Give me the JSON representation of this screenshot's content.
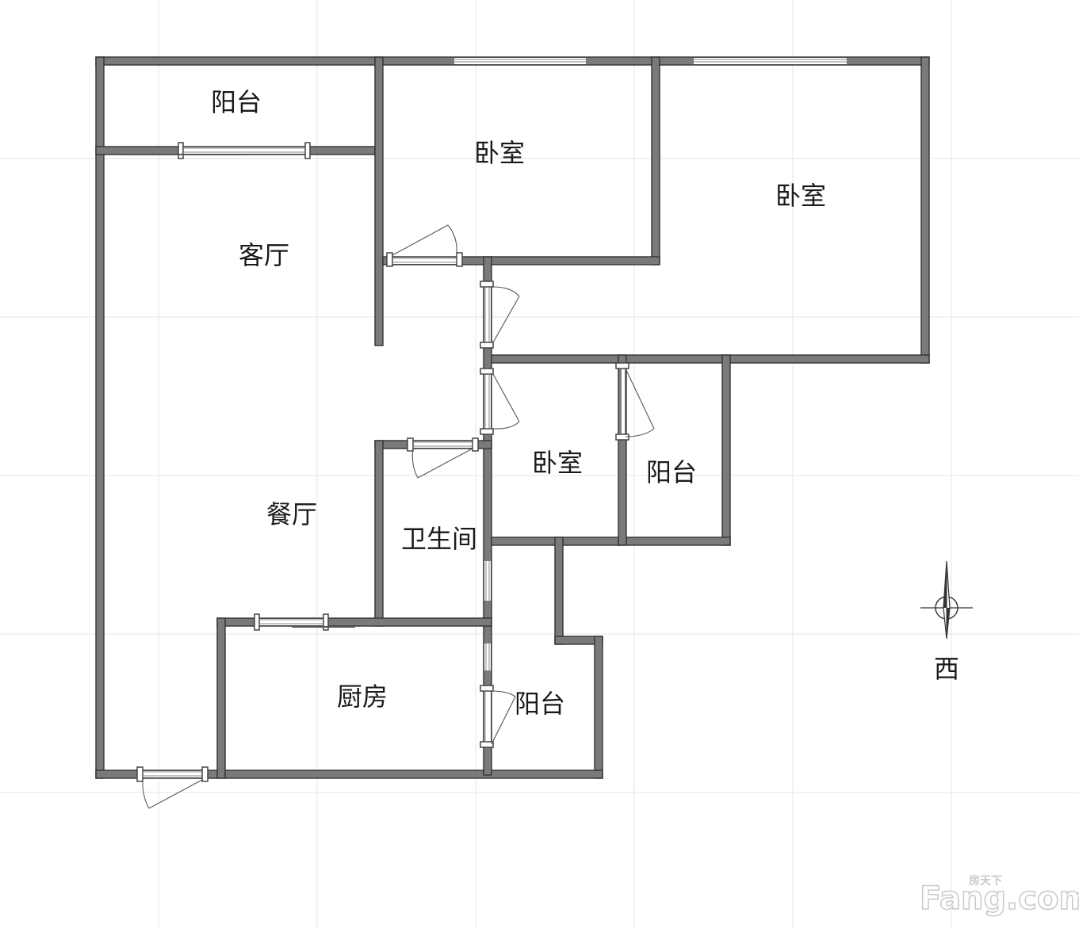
{
  "floor_plan": {
    "rooms": [
      {
        "id": "balcony-north",
        "label": "阳台"
      },
      {
        "id": "bedroom-middle",
        "label": "卧室"
      },
      {
        "id": "bedroom-large",
        "label": "卧室"
      },
      {
        "id": "living-room",
        "label": "客厅"
      },
      {
        "id": "dining-room",
        "label": "餐厅"
      },
      {
        "id": "bedroom-small",
        "label": "卧室"
      },
      {
        "id": "balcony-east",
        "label": "阳台"
      },
      {
        "id": "bathroom",
        "label": "卫生间"
      },
      {
        "id": "kitchen",
        "label": "厨房"
      },
      {
        "id": "balcony-south",
        "label": "阳台"
      }
    ],
    "compass": {
      "direction_label": "西",
      "icon": "compass-arrow-icon"
    },
    "watermark": {
      "brand": "Fang.com",
      "tagline": "房天下"
    },
    "colors": {
      "wall_fill": "#7a7a7a",
      "wall_outline": "#333333",
      "background": "#ffffff",
      "grid": "#e6e6e6",
      "text": "#1a1a1a",
      "watermark": "#c9c9c9"
    }
  }
}
